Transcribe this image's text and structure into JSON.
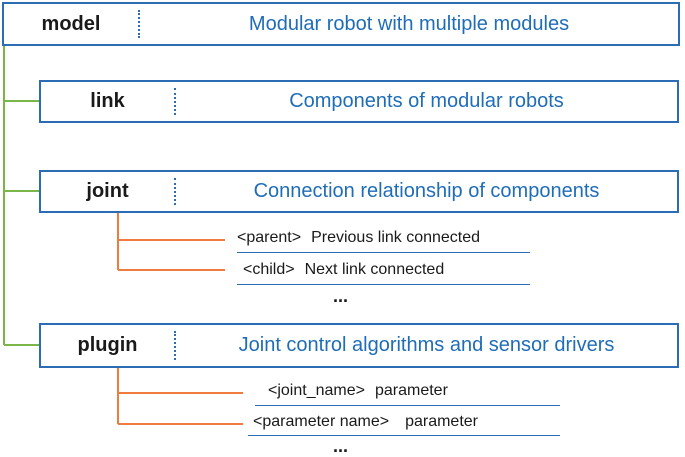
{
  "model": {
    "tag": "model",
    "desc": "Modular robot with multiple modules"
  },
  "link": {
    "tag": "link",
    "desc": "Components of modular robots"
  },
  "joint": {
    "tag": "joint",
    "desc": "Connection relationship of components",
    "params": [
      {
        "tag": "<parent>",
        "text": "Previous link connected"
      },
      {
        "tag": "<child>",
        "text": "Next link connected"
      }
    ],
    "ellipsis": "..."
  },
  "plugin": {
    "tag": "plugin",
    "desc": "Joint control algorithms and sensor drivers",
    "params": [
      {
        "tag": "<joint_name>",
        "text": "parameter"
      },
      {
        "tag": "<parameter name>",
        "text": "parameter"
      }
    ],
    "ellipsis": "..."
  },
  "colors": {
    "box_border": "#2a6db5",
    "desc_text": "#1f6db8",
    "tree_line": "#7ab648",
    "child_line": "#f07b3f"
  }
}
